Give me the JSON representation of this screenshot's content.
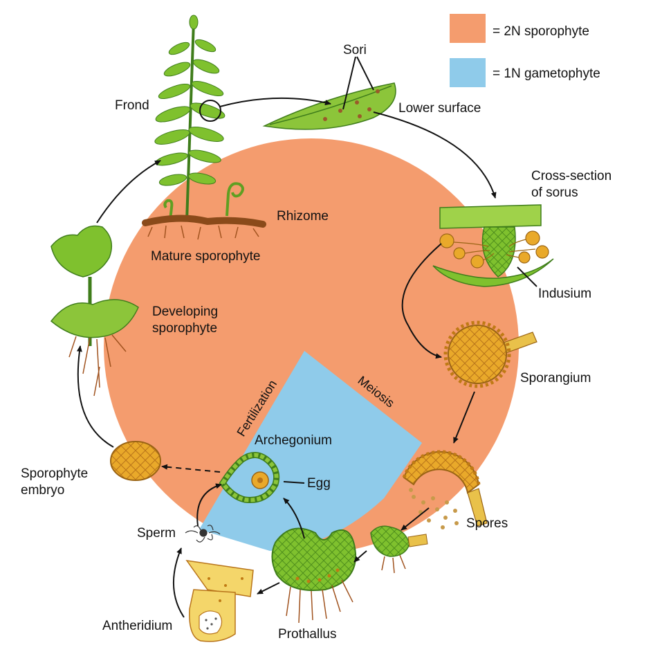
{
  "legend": {
    "items": [
      {
        "label": "= 2N sporophyte",
        "color": "#f49c6e"
      },
      {
        "label": "= 1N gametophyte",
        "color": "#8fcbea"
      }
    ]
  },
  "colors": {
    "sporophyte": "#f49c6e",
    "gametophyte": "#8fcbea",
    "plant_green": "#6fae2a",
    "plant_dark": "#3f7d1b",
    "sporangium": "#e9a92a",
    "arrow": "#111111"
  },
  "labels": {
    "frond": "Frond",
    "sori": "Sori",
    "lower_surface": "Lower surface",
    "cross_section": [
      "Cross-section",
      "of sorus"
    ],
    "rhizome": "Rhizome",
    "mature_sporophyte": "Mature sporophyte",
    "indusium": "Indusium",
    "developing_sporophyte": [
      "Developing",
      "sporophyte"
    ],
    "sporangium": "Sporangium",
    "meiosis": "Meiosis",
    "fertilization": "Fertilization",
    "archegonium": "Archegonium",
    "egg": "Egg",
    "sporophyte_embryo": [
      "Sporophyte",
      "embryo"
    ],
    "spores": "Spores",
    "sperm": "Sperm",
    "antheridium": "Antheridium",
    "prothallus": "Prothallus"
  },
  "icons": [
    "fern-frond-icon",
    "leaf-with-sori-icon",
    "sorus-cross-section-icon",
    "sporangium-icon",
    "open-sporangium-icon",
    "spores-icon",
    "germinating-spore-icon",
    "prothallus-icon",
    "archegonium-icon",
    "egg-icon",
    "sperm-icon",
    "antheridium-icon",
    "embryo-icon",
    "young-sporophyte-icon",
    "fiddlehead-icon"
  ]
}
